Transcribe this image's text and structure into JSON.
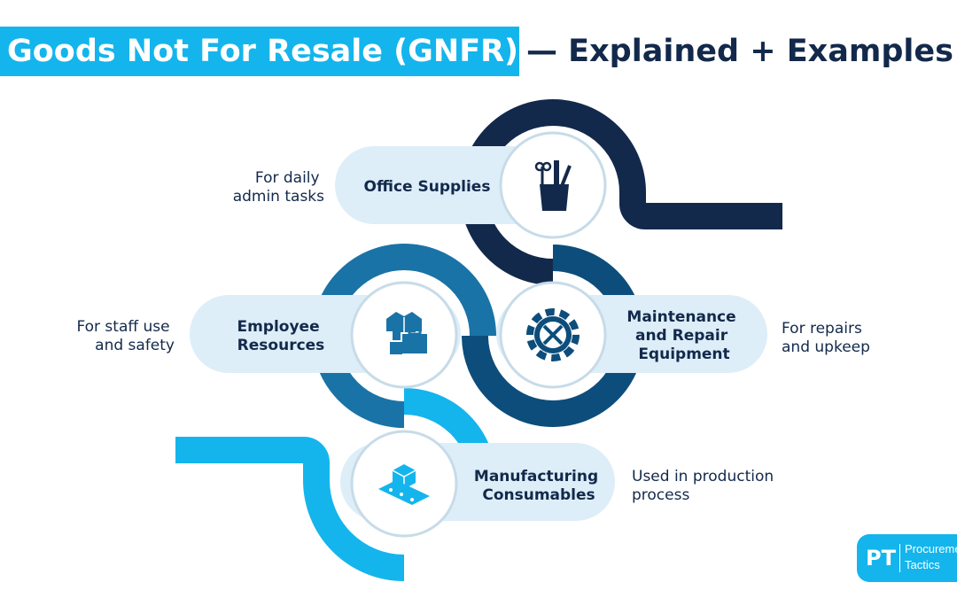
{
  "title": {
    "highlight": "Goods Not For Resale (GNFR)",
    "rest": "— Explained + Examples"
  },
  "colors": {
    "navy": "#13294b",
    "dark_blue": "#0d4d7c",
    "mid_blue": "#1a73a6",
    "cyan": "#14b5ec",
    "pill": "#ddeef8"
  },
  "items": [
    {
      "label": [
        "Office Supplies"
      ],
      "description": [
        "For daily",
        "admin tasks"
      ],
      "icon": "pencil-cup-icon"
    },
    {
      "label": [
        "Employee",
        "Resources"
      ],
      "description": [
        "For staff use",
        "and safety"
      ],
      "icon": "uniform-toolbox-icon"
    },
    {
      "label": [
        "Maintenance",
        "and Repair",
        "Equipment"
      ],
      "description": [
        "For repairs",
        "and upkeep"
      ],
      "icon": "gear-tools-icon"
    },
    {
      "label": [
        "Manufacturing",
        "Consumables"
      ],
      "description": [
        "Used in production",
        "process"
      ],
      "icon": "conveyor-box-icon"
    }
  ],
  "logo": {
    "initials": "PT",
    "line1": "Procurement",
    "line2": "Tactics"
  }
}
